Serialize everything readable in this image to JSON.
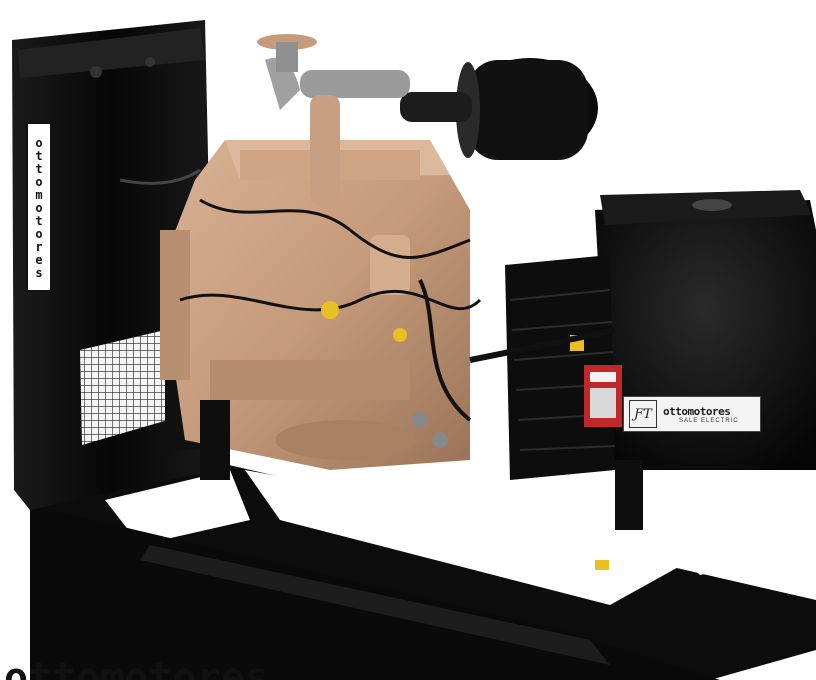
{
  "image": {
    "subject": "diesel generator set",
    "background_color": "#ffffff"
  },
  "labels": {
    "radiator_vertical": "ottomotores",
    "plate_brand": "ottomotores",
    "plate_subtitle": "SALE ELECTRIC",
    "bottom_cutoff_text": "ottomotores"
  },
  "colors": {
    "engine": "#c69b7b",
    "frame": "#0d0d0d",
    "warning_label": "#c0282a",
    "tag": "#e8c020"
  },
  "icons": {
    "plate_logo": "ft-logo-icon"
  }
}
